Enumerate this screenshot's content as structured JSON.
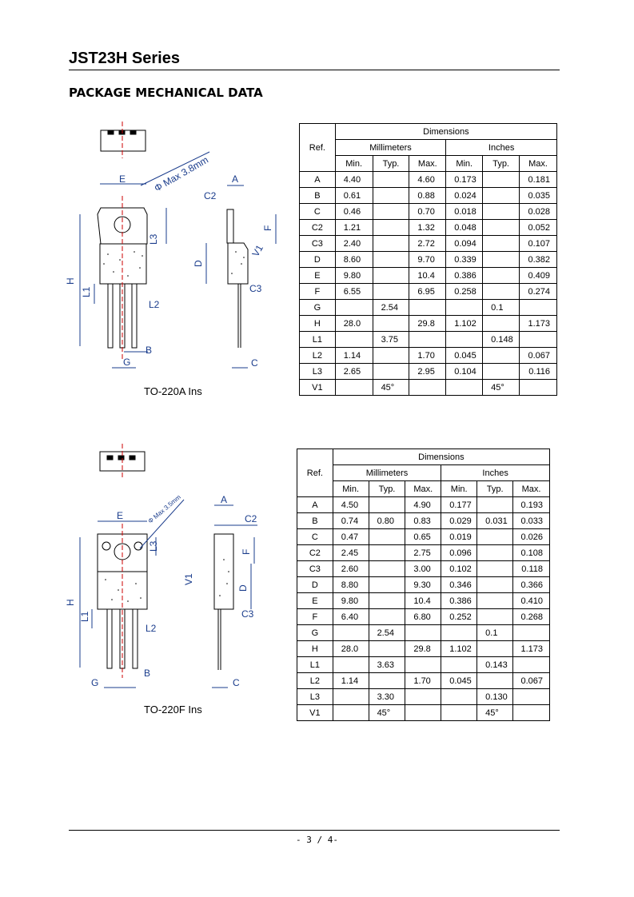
{
  "header": {
    "title": "JST23H Series",
    "section": "PACKAGE MECHANICAL DATA"
  },
  "footer": {
    "page": "- 3 / 4-"
  },
  "packages": [
    {
      "label": "TO-220A Ins",
      "drawing_labels": {
        "E": "E",
        "A": "A",
        "C2": "C2",
        "L3": "L3",
        "F": "F",
        "D": "D",
        "V1": "V1",
        "H": "H",
        "L1": "L1",
        "C3": "C3",
        "L2": "L2",
        "B": "B",
        "G": "G",
        "C": "C",
        "hole": "Φ Max 3.8mm"
      },
      "table": {
        "ref_header": "Ref.",
        "dimensions_header": "Dimensions",
        "mm_header": "Millimeters",
        "in_header": "Inches",
        "cols": [
          "Min.",
          "Typ.",
          "Max.",
          "Min.",
          "Typ.",
          "Max."
        ],
        "rows": [
          [
            "A",
            "4.40",
            "",
            "4.60",
            "0.173",
            "",
            "0.181"
          ],
          [
            "B",
            "0.61",
            "",
            "0.88",
            "0.024",
            "",
            "0.035"
          ],
          [
            "C",
            "0.46",
            "",
            "0.70",
            "0.018",
            "",
            "0.028"
          ],
          [
            "C2",
            "1.21",
            "",
            "1.32",
            "0.048",
            "",
            "0.052"
          ],
          [
            "C3",
            "2.40",
            "",
            "2.72",
            "0.094",
            "",
            "0.107"
          ],
          [
            "D",
            "8.60",
            "",
            "9.70",
            "0.339",
            "",
            "0.382"
          ],
          [
            "E",
            "9.80",
            "",
            "10.4",
            "0.386",
            "",
            "0.409"
          ],
          [
            "F",
            "6.55",
            "",
            "6.95",
            "0.258",
            "",
            "0.274"
          ],
          [
            "G",
            "",
            "2.54",
            "",
            "",
            "0.1",
            ""
          ],
          [
            "H",
            "28.0",
            "",
            "29.8",
            "1.102",
            "",
            "1.173"
          ],
          [
            "L1",
            "",
            "3.75",
            "",
            "",
            "0.148",
            ""
          ],
          [
            "L2",
            "1.14",
            "",
            "1.70",
            "0.045",
            "",
            "0.067"
          ],
          [
            "L3",
            "2.65",
            "",
            "2.95",
            "0.104",
            "",
            "0.116"
          ],
          [
            "V1",
            "",
            "45°",
            "",
            "",
            "45°",
            ""
          ]
        ]
      }
    },
    {
      "label": "TO-220F Ins",
      "drawing_labels": {
        "E": "E",
        "A": "A",
        "C2": "C2",
        "L3": "L3",
        "F": "F",
        "D": "D",
        "V1": "V1",
        "H": "H",
        "L1": "L1",
        "C3": "C3",
        "L2": "L2",
        "B": "B",
        "G": "G",
        "C": "C",
        "hole": "Φ Max 3.5mm"
      },
      "table": {
        "ref_header": "Ref.",
        "dimensions_header": "Dimensions",
        "mm_header": "Millimeters",
        "in_header": "Inches",
        "cols": [
          "Min.",
          "Typ.",
          "Max.",
          "Min.",
          "Typ.",
          "Max."
        ],
        "rows": [
          [
            "A",
            "4.50",
            "",
            "4.90",
            "0.177",
            "",
            "0.193"
          ],
          [
            "B",
            "0.74",
            "0.80",
            "0.83",
            "0.029",
            "0.031",
            "0.033"
          ],
          [
            "C",
            "0.47",
            "",
            "0.65",
            "0.019",
            "",
            "0.026"
          ],
          [
            "C2",
            "2.45",
            "",
            "2.75",
            "0.096",
            "",
            "0.108"
          ],
          [
            "C3",
            "2.60",
            "",
            "3.00",
            "0.102",
            "",
            "0.118"
          ],
          [
            "D",
            "8.80",
            "",
            "9.30",
            "0.346",
            "",
            "0.366"
          ],
          [
            "E",
            "9.80",
            "",
            "10.4",
            "0.386",
            "",
            "0.410"
          ],
          [
            "F",
            "6.40",
            "",
            "6.80",
            "0.252",
            "",
            "0.268"
          ],
          [
            "G",
            "",
            "2.54",
            "",
            "",
            "0.1",
            ""
          ],
          [
            "H",
            "28.0",
            "",
            "29.8",
            "1.102",
            "",
            "1.173"
          ],
          [
            "L1",
            "",
            "3.63",
            "",
            "",
            "0.143",
            ""
          ],
          [
            "L2",
            "1.14",
            "",
            "1.70",
            "0.045",
            "",
            "0.067"
          ],
          [
            "L3",
            "",
            "3.30",
            "",
            "",
            "0.130",
            ""
          ],
          [
            "V1",
            "",
            "45°",
            "",
            "",
            "45°",
            ""
          ]
        ]
      }
    }
  ]
}
